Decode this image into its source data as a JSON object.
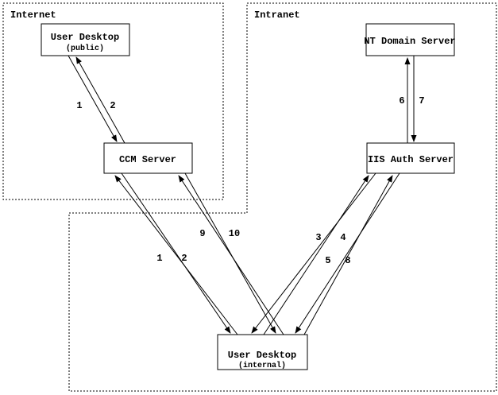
{
  "colors": {
    "line": "#000000",
    "background": "#ffffff"
  },
  "regions": {
    "internet": {
      "label": "Internet"
    },
    "intranet": {
      "label": "Intranet"
    }
  },
  "nodes": {
    "user_desktop_public": {
      "label": "User Desktop",
      "sublabel": "(public)"
    },
    "nt_domain_server": {
      "label": "NT Domain Server"
    },
    "ccm_server": {
      "label": "CCM Server"
    },
    "iis_auth_server": {
      "label": "IIS Auth Server"
    },
    "user_desktop_internal": {
      "label": "User Desktop",
      "sublabel": "(internal)"
    }
  },
  "edges": {
    "public_desktop_ccm": {
      "labels": [
        "1",
        "2"
      ]
    },
    "nt_domain_iis": {
      "labels": [
        "6",
        "7"
      ]
    },
    "internal_desktop_ccm": {
      "labels": [
        "1",
        "2"
      ]
    },
    "ccm_internal_desktop": {
      "labels": [
        "9",
        "10"
      ]
    },
    "internal_desktop_iis_a": {
      "labels": [
        "3",
        "4"
      ]
    },
    "internal_desktop_iis_b": {
      "labels": [
        "5",
        "8"
      ]
    }
  }
}
